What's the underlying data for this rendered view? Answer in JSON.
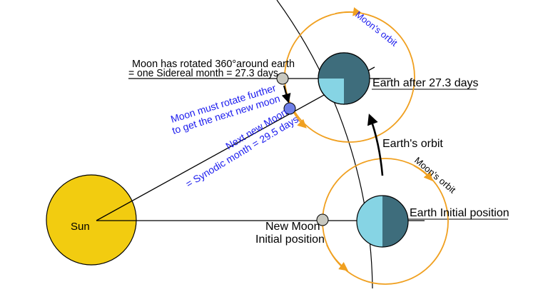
{
  "labels": {
    "moon_orbit_top": "Moon's orbit",
    "moon_orbit_bottom": "Moon's orbit",
    "sidereal_line1": "Moon has rotated 360°around earth",
    "sidereal_line2": "= one Sidereal month = 27.3 days",
    "earth_after": "Earth after 27.3 days",
    "further_line1": "Moon must rotate further",
    "further_line2": "to get the next new moon",
    "synodic_line1": "Next new Moon",
    "synodic_line2": "= Synodic month = 29.5 days",
    "earth_orbit": "Earth's orbit",
    "sun": "Sun",
    "new_moon_line1": "New Moon",
    "new_moon_line2": "Initial position",
    "earth_initial": "Earth Initial position"
  },
  "colors": {
    "sun_fill": "#f2cc10",
    "earth_light": "#86d4e4",
    "earth_dark": "#3e6d7c",
    "moon_orbit": "#f0a020",
    "moon_gray": "#c8c8c0",
    "moon_blue": "#6f7fe8",
    "text_blue": "#1a1aee"
  }
}
